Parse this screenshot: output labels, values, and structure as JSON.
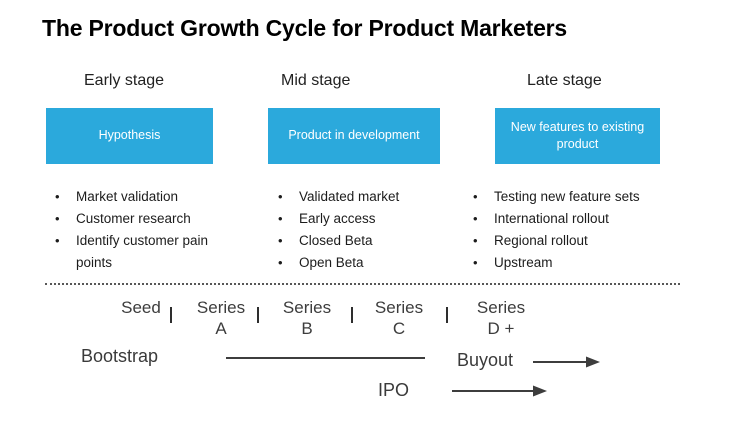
{
  "title": "The Product Growth Cycle for Product Marketers",
  "colors": {
    "accent_blue": "#2BA9DC",
    "box_text": "#FFFFFF",
    "dark_line": "#3D3D3D",
    "dotted_divider": "#575757"
  },
  "stages": [
    {
      "header": "Early stage",
      "box_label": "Hypothesis",
      "bullets": [
        "Market validation",
        "Customer research",
        "Identify customer pain points"
      ]
    },
    {
      "header": "Mid stage",
      "box_label": "Product in development",
      "bullets": [
        "Validated market",
        "Early access",
        "Closed Beta",
        "Open Beta"
      ]
    },
    {
      "header": "Late stage",
      "box_label": "New features to existing product",
      "bullets": [
        "Testing new feature sets",
        "International rollout",
        "Regional rollout",
        "Upstream"
      ]
    }
  ],
  "funding_timeline": {
    "milestones": [
      {
        "top": "Seed",
        "bottom": ""
      },
      {
        "top": "Series",
        "bottom": "A"
      },
      {
        "top": "Series",
        "bottom": "B"
      },
      {
        "top": "Series",
        "bottom": "C"
      },
      {
        "top": "Series",
        "bottom": "D +"
      }
    ],
    "bootstrap_label": "Bootstrap",
    "buyout_label": "Buyout",
    "ipo_label": "IPO"
  }
}
